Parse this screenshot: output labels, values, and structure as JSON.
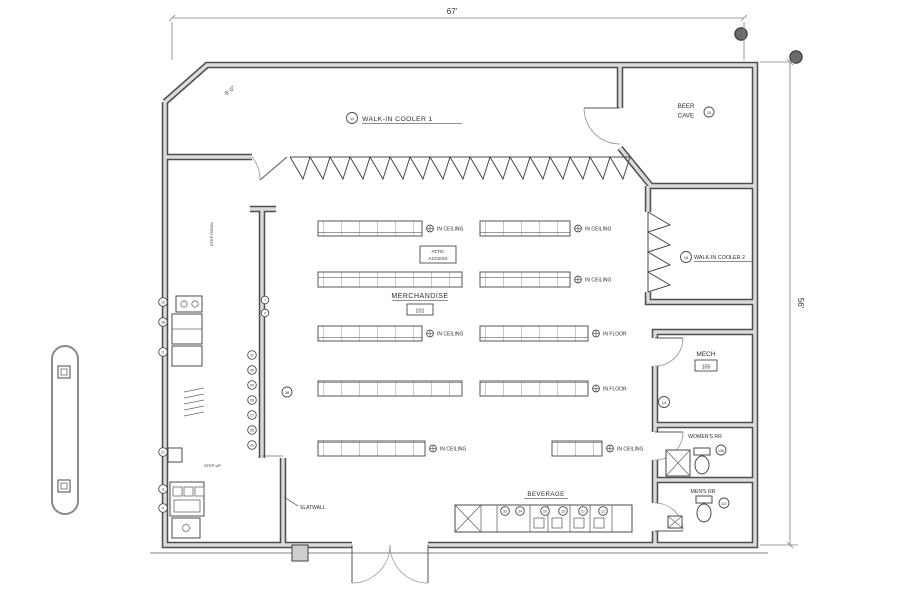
{
  "drawing": {
    "dim_top": "67'",
    "dim_right": "56'",
    "dim_chamfer": "5'-0\""
  },
  "rooms": {
    "cooler1": {
      "label": "WALK-IN COOLER 1",
      "tag": "11"
    },
    "beer_cave": {
      "line1": "BEER",
      "line2": "CAVE",
      "tag": "15"
    },
    "cooler2": {
      "label": "WALK-IN COOLER 2",
      "tag": "16"
    },
    "merchandise": {
      "label": "MERCHANDISE",
      "number": "101"
    },
    "mech": {
      "label": "MECH",
      "number": "105",
      "tag": "14"
    },
    "womens": {
      "label": "WOMEN'S RR",
      "tag": "106"
    },
    "mens": {
      "label": "MEN'S RR",
      "tag": "107"
    },
    "beverage": {
      "label": "BEVERAGE"
    }
  },
  "notes": {
    "attic1": "ATTIC",
    "attic2": "ACCESS",
    "slatwall": "SLATWALL",
    "step_down": "STEP DOWN",
    "step_up": "STEP UP"
  },
  "shelf_labels": {
    "in_ceiling": "IN CEILING",
    "in_floor": "IN FLOOR"
  },
  "tags": {
    "left": [
      "10",
      "18",
      "3",
      "21",
      "9",
      "4"
    ],
    "partition": [
      "31",
      "30",
      "29",
      "28",
      "27",
      "26",
      "25"
    ],
    "partition_upper": [
      "7",
      "2"
    ],
    "counter": [
      "33",
      "34",
      "20",
      "15",
      "21",
      "12"
    ],
    "wall38": "38"
  }
}
